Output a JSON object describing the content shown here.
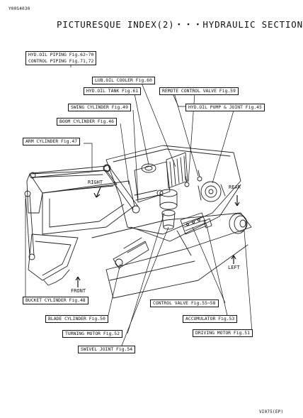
{
  "header": {
    "code": "Y00S4030",
    "title": "PICTURESQUE INDEX(2)・・・HYDRAULIC SECTION"
  },
  "footer": {
    "code": "VI075(EP)"
  },
  "labels": {
    "hyd_oil_piping": "HYD.OIL PIPING Fig.62∼70",
    "control_piping": "CONTROL PIPING Fig.71,72",
    "lub_oil_cooler": "LUB.OIL COOLER Fig.60",
    "hyd_oil_tank": "HYD.OIL TANK Fig.61",
    "remote_control_valve": "REMOTE CONTROL VALVE Fig.59",
    "swing_cylinder": "SWING CYLINDER Fig.49",
    "hyd_oil_pump": "HYD.OIL PUMP & JOINT Fig.45",
    "boom_cylinder": "BOOM CYLINDER Fig.46",
    "arm_cylinder": "ARM CYLINDER Fig.47",
    "bucket_cylinder": "BUCKET CYLINDER Fig.48",
    "control_valve": "CONTROL VALVE Fig.55∼58",
    "blade_cylinder": "BLADE CYLINDER Fig.50",
    "accumulator": "ACCUMULATOR Fig.53",
    "turning_motor": "TURNING MOTOR Fig.52",
    "driving_motor": "DRIVING MOTOR Fig.51",
    "swivel_joint": "SWIVEL JOINT Fig.54"
  },
  "directions": {
    "right": "RIGHT",
    "rear": "REAR",
    "front": "FRONT",
    "left": "LEFT"
  }
}
